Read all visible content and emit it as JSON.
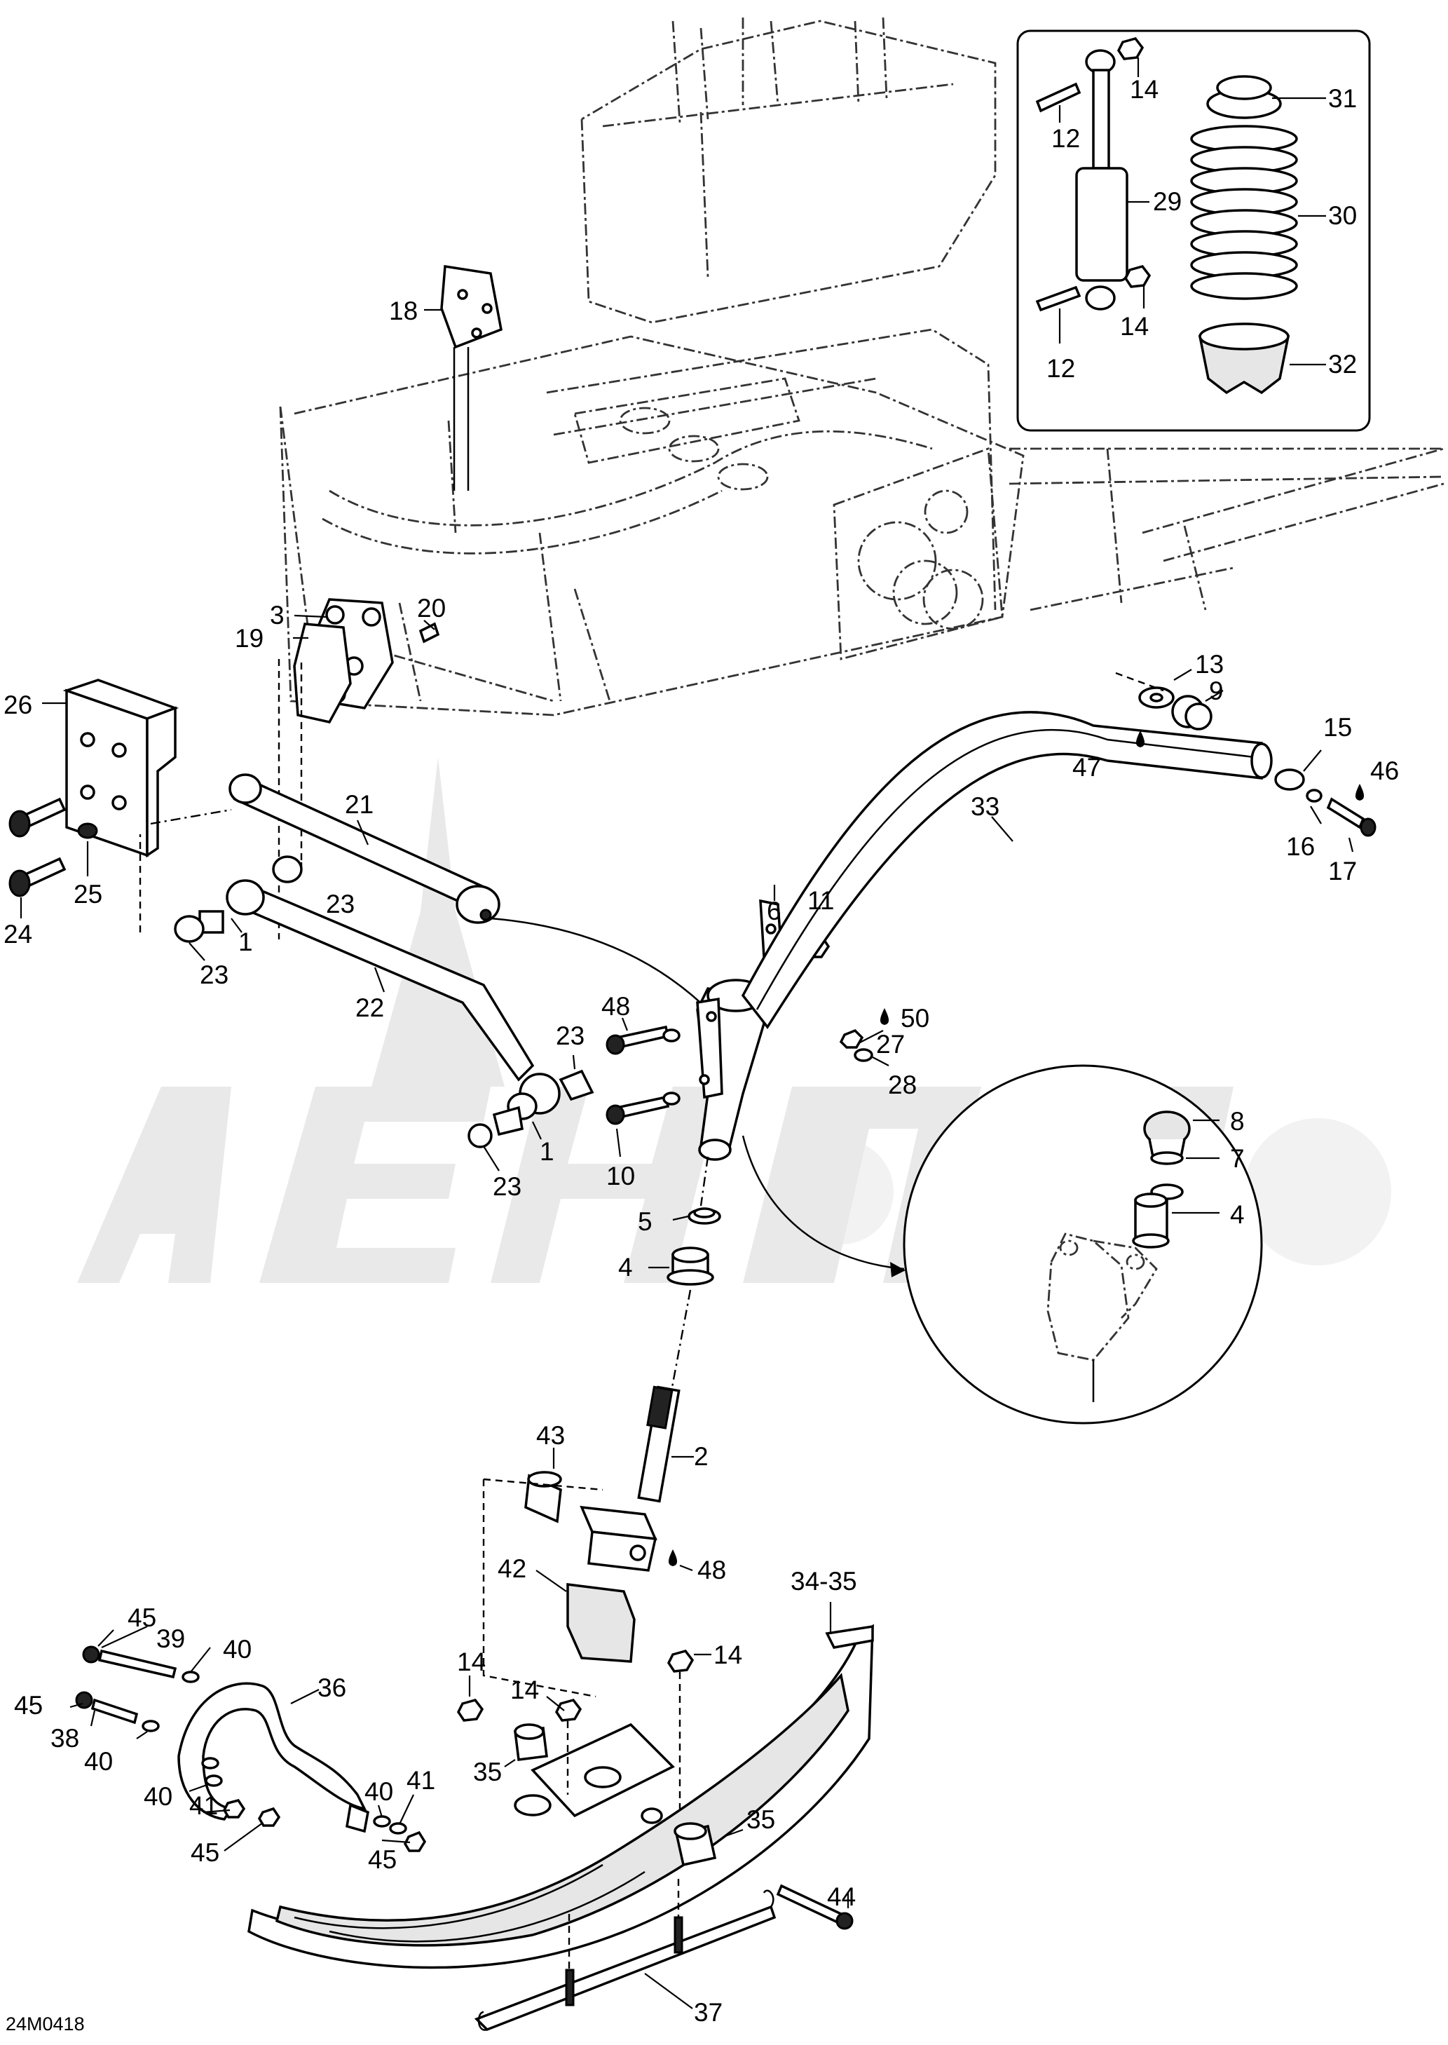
{
  "diagram": {
    "code": "24M0418",
    "callouts": {
      "c1a": "1",
      "c1b": "1",
      "c2": "2",
      "c3": "3",
      "c4a": "4",
      "c4b": "4",
      "c5": "5",
      "c6": "6",
      "c7": "7",
      "c8": "8",
      "c9": "9",
      "c10": "10",
      "c11": "11",
      "c12a": "12",
      "c12b": "12",
      "c13": "13",
      "c14a": "14",
      "c14b": "14",
      "c14c": "14",
      "c14d": "14",
      "c14e": "14",
      "c15": "15",
      "c16": "16",
      "c17": "17",
      "c18": "18",
      "c19": "19",
      "c20": "20",
      "c21": "21",
      "c22": "22",
      "c23a": "23",
      "c23b": "23",
      "c23c": "23",
      "c23d": "23",
      "c24": "24",
      "c25": "25",
      "c26": "26",
      "c27": "27",
      "c28": "28",
      "c29": "29",
      "c30": "30",
      "c31": "31",
      "c32": "32",
      "c33": "33",
      "c3435": "34-35",
      "c35a": "35",
      "c35b": "35",
      "c36": "36",
      "c37": "37",
      "c38": "38",
      "c39": "39",
      "c40a": "40",
      "c40b": "40",
      "c40c": "40",
      "c40d": "40",
      "c41a": "41",
      "c41b": "41",
      "c42": "42",
      "c43": "43",
      "c44": "44",
      "c45a": "45",
      "c45b": "45",
      "c45c": "45",
      "c45d": "45",
      "c46": "46",
      "c47": "47",
      "c48a": "48",
      "c48b": "48",
      "c50": "50"
    }
  }
}
